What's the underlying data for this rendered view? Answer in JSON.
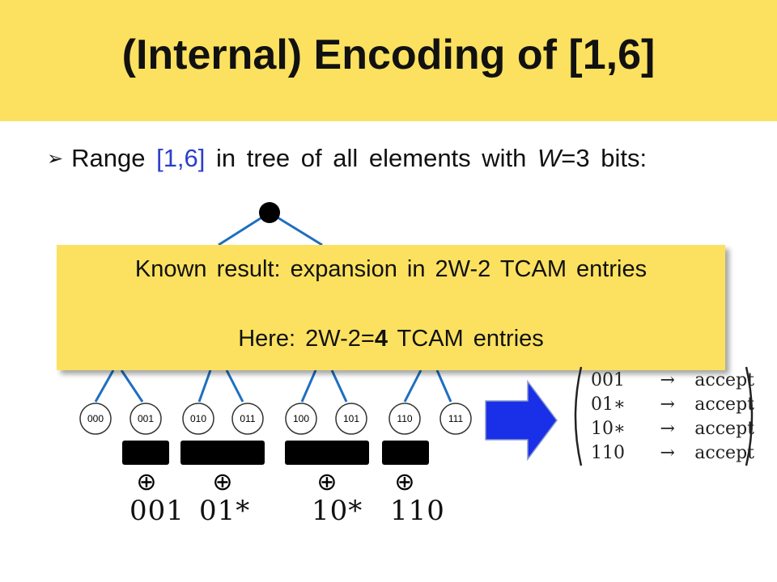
{
  "slide": {
    "title": "(Internal) Encoding of [1,6]",
    "bullet": {
      "marker": "➢",
      "prefix": "Range ",
      "range": "[1,6]",
      "mid": " in tree of all elements with ",
      "var": "W",
      "suffix": "=3 bits:"
    },
    "callout": {
      "line1": "Known result: expansion in 2W-2 TCAM entries",
      "line2_prefix": "Here: 2W-2=",
      "line2_bold": "4",
      "line2_suffix": " TCAM entries"
    },
    "leaves": [
      "000",
      "001",
      "010",
      "011",
      "100",
      "101",
      "110",
      "111"
    ],
    "ranges": [
      "001",
      "01*",
      "10*",
      "110"
    ],
    "plus_symbol": "⊕",
    "rules": [
      {
        "key": "001",
        "arrow": "→",
        "action": "accept"
      },
      {
        "key": "01∗",
        "arrow": "→",
        "action": "accept"
      },
      {
        "key": "10∗",
        "arrow": "→",
        "action": "accept"
      },
      {
        "key": "110",
        "arrow": "→",
        "action": "accept"
      }
    ]
  }
}
